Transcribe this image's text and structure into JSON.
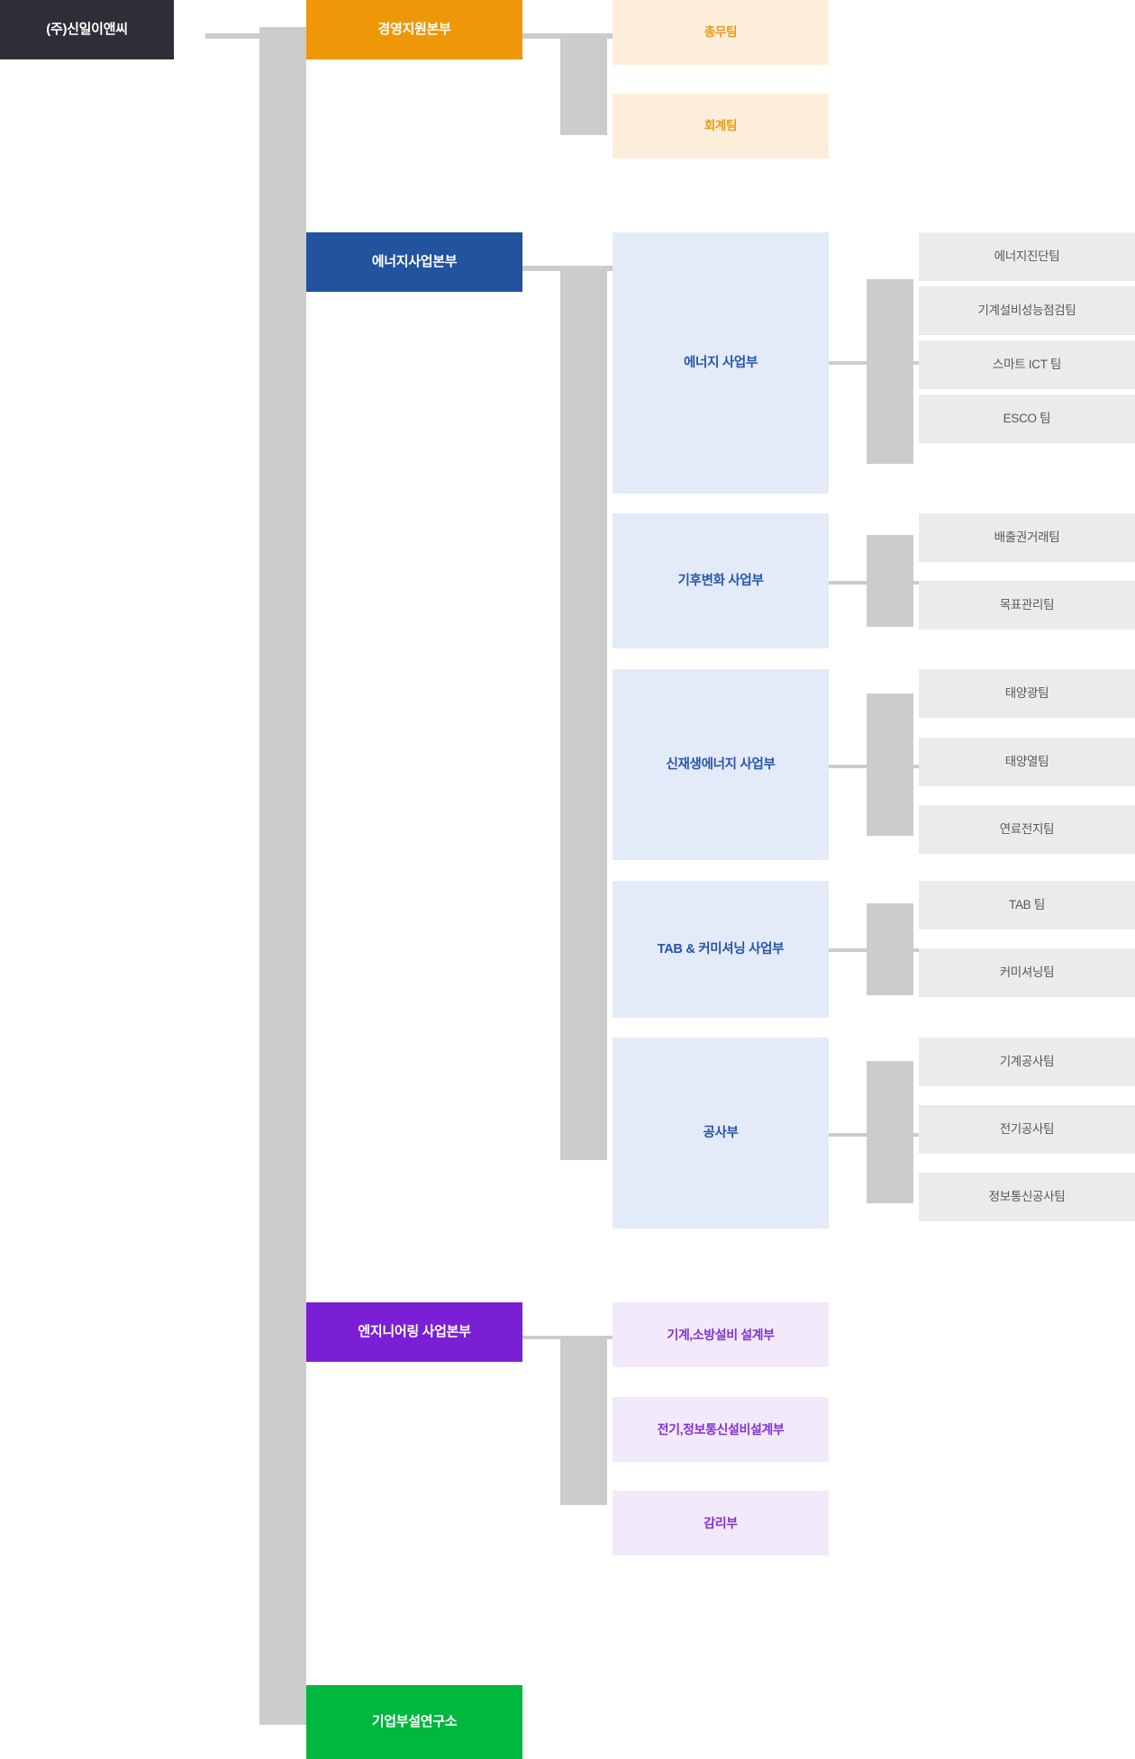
{
  "colors": {
    "root_bg": "#2e2e38",
    "mgmt_bg": "#ee9709",
    "energy_bg": "#21539f",
    "engineering_bg": "#7b1fd6",
    "lab_bg": "#00b83d",
    "cream_bg": "#fceedb",
    "cream_text": "#eb9a12",
    "lightblue_bg": "#e3eaf8",
    "lightblue_text": "#2755a8",
    "lightpurple_bg": "#f2eafb",
    "lightpurple_text": "#8234d4",
    "gray_bg": "#ebebeb",
    "gray_text": "#58585a",
    "connector": "#cccccc",
    "page_bg": "#ffffff"
  },
  "org": {
    "root": {
      "label": "(주)신일이앤씨"
    },
    "divisions": [
      {
        "id": "management-support",
        "label": "경영지원본부",
        "departments": [
          {
            "id": "general-affairs",
            "label": "총무팀",
            "teams": []
          },
          {
            "id": "accounting",
            "label": "회계팀",
            "teams": []
          }
        ]
      },
      {
        "id": "energy-business",
        "label": "에너지사업본부",
        "departments": [
          {
            "id": "energy-dept",
            "label": "에너지 사업부",
            "teams": [
              {
                "id": "energy-diagnosis",
                "label": "에너지진단팀"
              },
              {
                "id": "mechanical-performance-inspection",
                "label": "기계설비성능점검팀"
              },
              {
                "id": "smart-ict",
                "label": "스마트 ICT 팀"
              },
              {
                "id": "esco",
                "label": "ESCO 팀"
              }
            ]
          },
          {
            "id": "climate-change-dept",
            "label": "기후변화 사업부",
            "teams": [
              {
                "id": "emission-trading",
                "label": "배출권거래팀"
              },
              {
                "id": "target-management",
                "label": "목표관리팀"
              }
            ]
          },
          {
            "id": "renewable-energy-dept",
            "label": "신재생에너지 사업부",
            "teams": [
              {
                "id": "solar-pv",
                "label": "태양광팀"
              },
              {
                "id": "solar-thermal",
                "label": "태양열팀"
              },
              {
                "id": "fuel-cell",
                "label": "연료전지팀"
              }
            ]
          },
          {
            "id": "tab-commissioning-dept",
            "label": "TAB & 커미셔닝 사업부",
            "teams": [
              {
                "id": "tab-team",
                "label": "TAB 팀"
              },
              {
                "id": "commissioning-team",
                "label": "커미셔닝팀"
              }
            ]
          },
          {
            "id": "construction-dept",
            "label": "공사부",
            "teams": [
              {
                "id": "mechanical-construction",
                "label": "기계공사팀"
              },
              {
                "id": "electrical-construction",
                "label": "전기공사팀"
              },
              {
                "id": "ict-construction",
                "label": "정보통신공사팀"
              }
            ]
          }
        ]
      },
      {
        "id": "engineering-business",
        "label": "엔지니어링 사업본부",
        "departments": [
          {
            "id": "mechanical-firefighting-design",
            "label": "기계,소방설비 설계부",
            "teams": []
          },
          {
            "id": "electrical-ict-design",
            "label": "전기,정보통신설비설계부",
            "teams": []
          },
          {
            "id": "supervision",
            "label": "감리부",
            "teams": []
          }
        ]
      },
      {
        "id": "corporate-research-institute",
        "label": "기업부설연구소",
        "departments": []
      }
    ]
  }
}
